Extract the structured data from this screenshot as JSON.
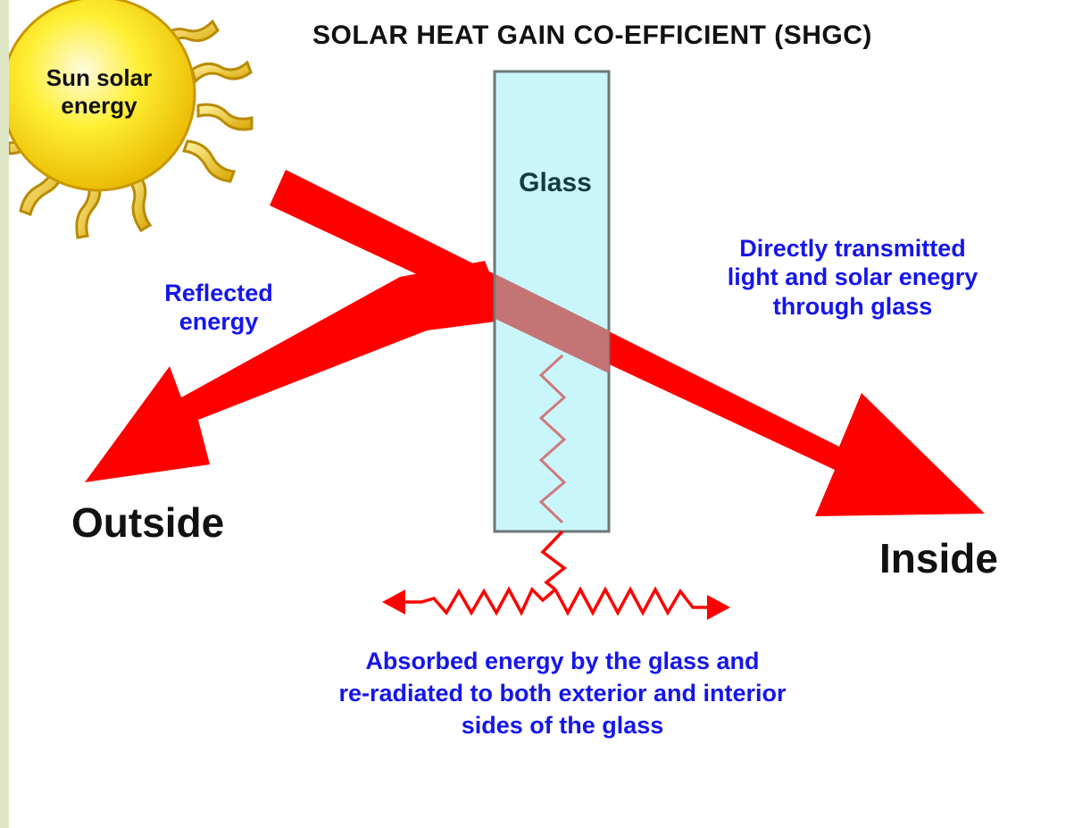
{
  "title": "SOLAR HEAT GAIN CO-EFFICIENT (SHGC)",
  "sun_label": "Sun solar\nenergy",
  "glass_label": "Glass",
  "reflected_label": "Reflected\nenergy",
  "transmitted_label": "Directly transmitted\nlight and solar enegry\nthrough glass",
  "outside_label": "Outside",
  "inside_label": "Inside",
  "absorbed_label": "Absorbed energy by the glass and\nre-radiated to both exterior and interior\nsides of the glass",
  "colors": {
    "arrow": "#ff0000",
    "glass": "#c9f6fb",
    "sun": "#ffe600",
    "label_blue": "#1515ee",
    "background": "#dfe6c5"
  }
}
